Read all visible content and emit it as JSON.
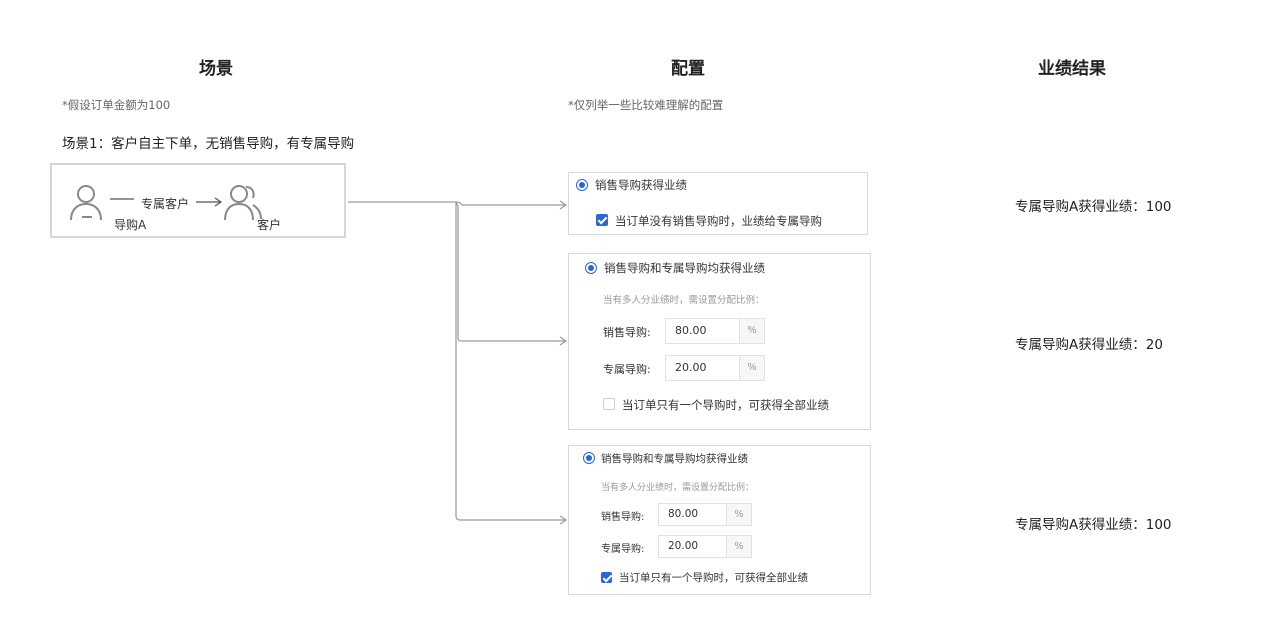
{
  "headers": {
    "scene": "场景",
    "config": "配置",
    "result": "业绩结果"
  },
  "notes": {
    "assumption": "*假设订单金额为100",
    "config_note": "*仅列举一些比较难理解的配置"
  },
  "scenario": {
    "title": "场景1：客户自主下单，无销售导购，有专属导购",
    "guide_label": "导购A",
    "relation_label": "专属客户",
    "customer_label": "客户"
  },
  "configs": [
    {
      "radio_label": "销售导购获得业绩",
      "checkbox_label": "当订单没有销售导购时，业绩给专属导购",
      "checked": true
    },
    {
      "radio_label": "销售导购和专属导购均获得业绩",
      "hint": "当有多人分业绩时，需设置分配比例：",
      "sales_label": "销售导购:",
      "sales_value": "80.00",
      "exclusive_label": "专属导购:",
      "exclusive_value": "20.00",
      "unit": "%",
      "checkbox_label": "当订单只有一个导购时，可获得全部业绩",
      "checked": false
    },
    {
      "radio_label": "销售导购和专属导购均获得业绩",
      "hint": "当有多人分业绩时，需设置分配比例：",
      "sales_label": "销售导购:",
      "sales_value": "80.00",
      "exclusive_label": "专属导购:",
      "exclusive_value": "20.00",
      "unit": "%",
      "checkbox_label": "当订单只有一个导购时，可获得全部业绩",
      "checked": true
    }
  ],
  "results": [
    "专属导购A获得业绩：100",
    "专属导购A获得业绩：20",
    "专属导购A获得业绩：100"
  ]
}
